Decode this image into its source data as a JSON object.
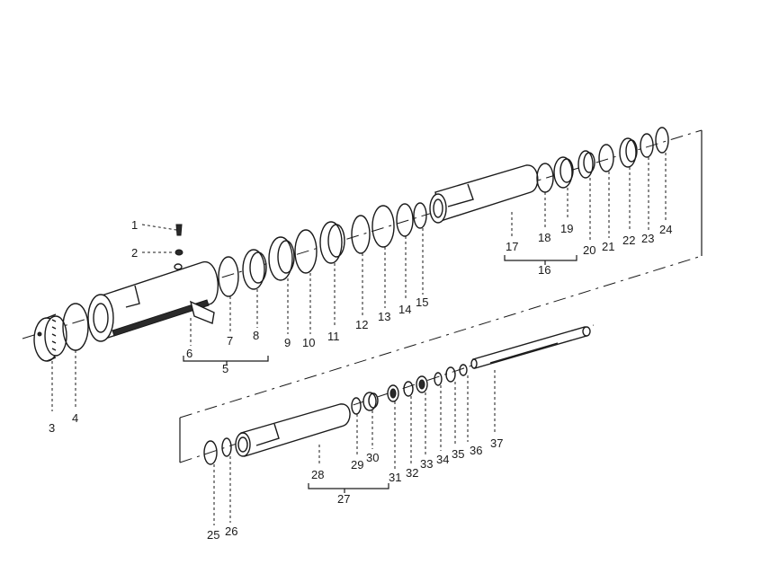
{
  "labels": {
    "p1": "1",
    "p2": "2",
    "p3": "3",
    "p4": "4",
    "p5": "5",
    "p6": "6",
    "p7": "7",
    "p8": "8",
    "p9": "9",
    "p10": "10",
    "p11": "11",
    "p12": "12",
    "p13": "13",
    "p14": "14",
    "p15": "15",
    "p16": "16",
    "p17": "17",
    "p18": "18",
    "p19": "19",
    "p20": "20",
    "p21": "21",
    "p22": "22",
    "p23": "23",
    "p24": "24",
    "p25": "25",
    "p26": "26",
    "p27": "27",
    "p28": "28",
    "p29": "29",
    "p30": "30",
    "p31": "31",
    "p32": "32",
    "p33": "33",
    "p34": "34",
    "p35": "35",
    "p36": "36",
    "p37": "37"
  }
}
